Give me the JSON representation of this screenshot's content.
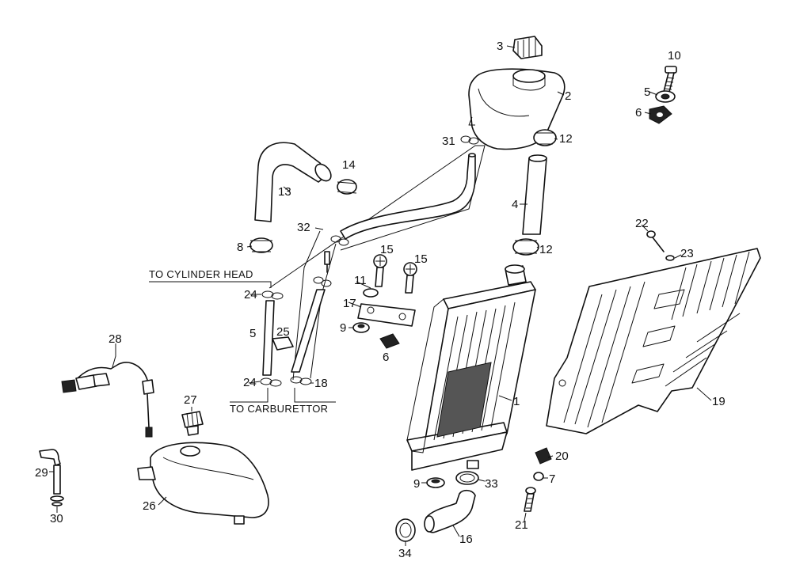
{
  "labels": {
    "p1": "1",
    "p2": "2",
    "p3": "3",
    "p4": "4",
    "p5a": "5",
    "p5b": "5",
    "p6a": "6",
    "p6b": "6",
    "p7": "7",
    "p8": "8",
    "p9a": "9",
    "p9b": "9",
    "p10": "10",
    "p11": "11",
    "p12a": "12",
    "p12b": "12",
    "p13": "13",
    "p14": "14",
    "p15a": "15",
    "p15b": "15",
    "p16": "16",
    "p17": "17",
    "p18": "18",
    "p19": "19",
    "p20": "20",
    "p21": "21",
    "p22": "22",
    "p23": "23",
    "p24a": "24",
    "p24b": "24",
    "p25": "25",
    "p26": "26",
    "p27": "27",
    "p28": "28",
    "p29": "29",
    "p30": "30",
    "p31": "31",
    "p32": "32",
    "p33": "33",
    "p34": "34"
  },
  "notes": {
    "to_cylinder_head": "TO CYLINDER HEAD",
    "to_carburettor": "TO CARBURETTOR"
  }
}
